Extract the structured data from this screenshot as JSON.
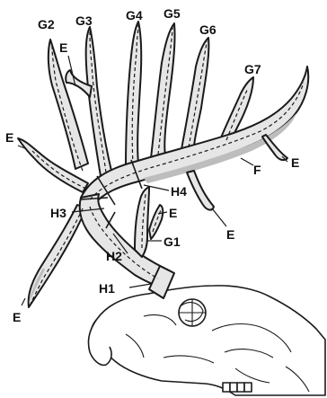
{
  "labels": {
    "G2": "G2",
    "G3": "G3",
    "G4": "G4",
    "G5": "G5",
    "G6": "G6",
    "G7": "G7",
    "G1": "G1",
    "F": "F",
    "H1": "H1",
    "H2": "H2",
    "H3": "H3",
    "H4": "H4",
    "E": "E"
  }
}
